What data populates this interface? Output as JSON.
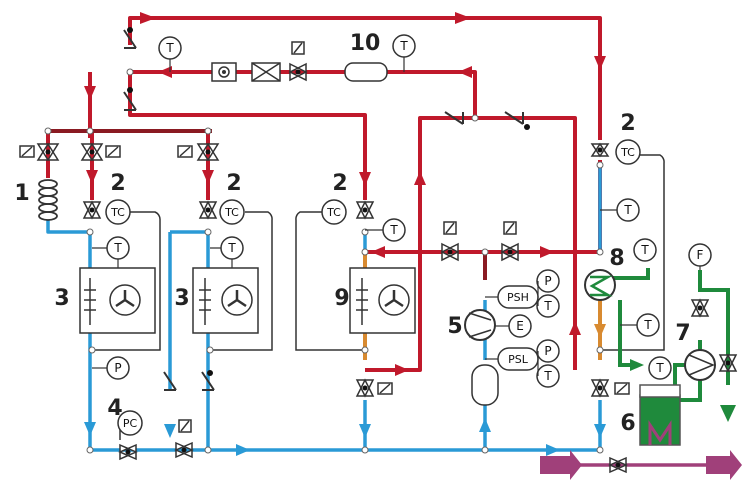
{
  "diagram": {
    "component_numbers": [
      "1",
      "2",
      "2",
      "2",
      "2",
      "3",
      "3",
      "4",
      "5",
      "6",
      "7",
      "8",
      "9",
      "10"
    ],
    "instrument_labels": {
      "temperature": "T",
      "pressure": "P",
      "flow": "F",
      "electric": "E",
      "thermostatic_control": "TC",
      "pressure_control": "PC",
      "pressure_switch_high": "PSH",
      "pressure_switch_low": "PSL"
    },
    "colors": {
      "hot_gas_red": "#c0192b",
      "dark_red": "#8a1a22",
      "suction_blue": "#2a9ad6",
      "water_green": "#1f8a3c",
      "heater_purple": "#a0407a",
      "expansion_orange": "#d88a30",
      "capillary_gray": "#333333"
    }
  }
}
